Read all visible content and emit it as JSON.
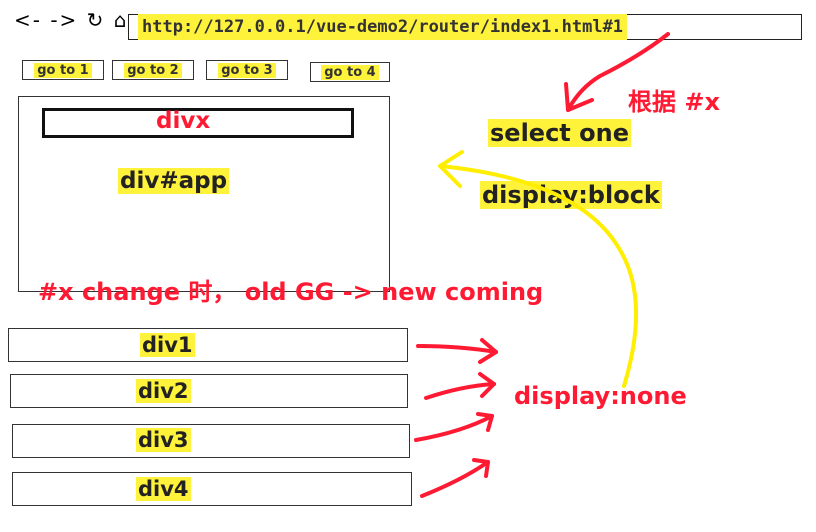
{
  "browser": {
    "nav_icons": "<- -> ↻ ⌂",
    "url": "http://127.0.0.1/vue-demo2/router/index1.html#1"
  },
  "buttons": [
    "go to 1",
    "go to 2",
    "go to 3",
    "go to 4"
  ],
  "app": {
    "divx_label": "divx",
    "app_label": "div#app"
  },
  "annotations": {
    "hash_note": "根据 #x",
    "select_one": "select one",
    "display_block": "display:block",
    "hash_change": "#x change 时， old GG -> new coming",
    "display_none": "display:none"
  },
  "rows": [
    "div1",
    "div2",
    "div3",
    "div4"
  ],
  "colors": {
    "highlight": "#fff23a",
    "red": "#ff1a33",
    "yellow_arrow": "#ffee00"
  }
}
